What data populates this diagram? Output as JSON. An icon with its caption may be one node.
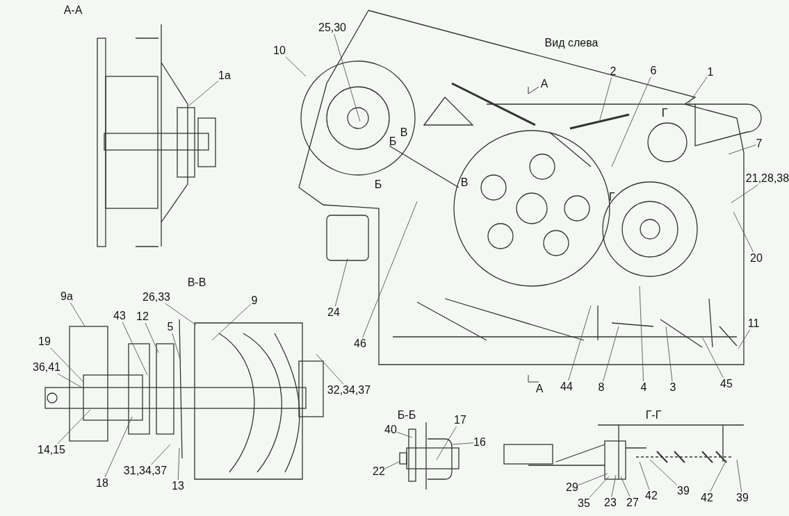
{
  "diagram": {
    "nodes": [
      {
        "text": [
          "25,30"
        ]
      },
      {
        "text": [
          "10"
        ]
      },
      {
        "text": [
          "2"
        ]
      },
      {
        "text": [
          "6"
        ]
      },
      {
        "text": [
          "1"
        ]
      },
      {
        "text": [
          "7"
        ]
      },
      {
        "text": [
          "21,28,38"
        ]
      },
      {
        "text": [
          "20"
        ]
      },
      {
        "text": [
          "11"
        ]
      },
      {
        "text": [
          "45"
        ]
      },
      {
        "text": [
          "3"
        ]
      },
      {
        "text": [
          "4"
        ]
      },
      {
        "text": [
          "8"
        ]
      },
      {
        "text": [
          "44"
        ]
      },
      {
        "text": [
          "46"
        ]
      },
      {
        "text": [
          "24"
        ]
      },
      {
        "text": [
          "1а"
        ]
      },
      {
        "text": [
          "26,33"
        ]
      },
      {
        "text": [
          "9а"
        ]
      },
      {
        "text": [
          "9"
        ]
      },
      {
        "text": [
          "43"
        ]
      },
      {
        "text": [
          "12"
        ]
      },
      {
        "text": [
          "5"
        ]
      },
      {
        "text": [
          "19"
        ]
      },
      {
        "text": [
          "36,41"
        ]
      },
      {
        "text": [
          "14,15"
        ]
      },
      {
        "text": [
          "18"
        ]
      },
      {
        "text": [
          "31,34,37"
        ]
      },
      {
        "text": [
          "13"
        ]
      },
      {
        "text": [
          "32,34,37"
        ]
      },
      {
        "text": [
          "40"
        ]
      },
      {
        "text": [
          "17"
        ]
      },
      {
        "text": [
          "16"
        ]
      },
      {
        "text": [
          "22"
        ]
      },
      {
        "text": [
          "29"
        ]
      },
      {
        "text": [
          "35"
        ]
      },
      {
        "text": [
          "23"
        ]
      },
      {
        "text": [
          "27"
        ]
      },
      {
        "text": [
          "42"
        ]
      },
      {
        "text": [
          "39"
        ]
      },
      {
        "text": [
          "42"
        ]
      },
      {
        "text": [
          "39"
        ]
      }
    ],
    "edges": [
      {
        "from": 0,
        "to": null,
        "arrow": "none"
      },
      {
        "from": 1,
        "to": null,
        "arrow": "none"
      },
      {
        "from": 2,
        "to": null,
        "arrow": "none"
      },
      {
        "from": 3,
        "to": null,
        "arrow": "none"
      },
      {
        "from": 4,
        "to": null,
        "arrow": "none"
      },
      {
        "from": 5,
        "to": null,
        "arrow": "none"
      },
      {
        "from": 6,
        "to": null,
        "arrow": "none"
      },
      {
        "from": 7,
        "to": null,
        "arrow": "none"
      },
      {
        "from": 8,
        "to": null,
        "arrow": "none"
      },
      {
        "from": 9,
        "to": null,
        "arrow": "none"
      },
      {
        "from": 10,
        "to": null,
        "arrow": "none"
      },
      {
        "from": 11,
        "to": null,
        "arrow": "none"
      },
      {
        "from": 12,
        "to": null,
        "arrow": "none"
      },
      {
        "from": 13,
        "to": null,
        "arrow": "none"
      },
      {
        "from": 14,
        "to": null,
        "arrow": "none"
      },
      {
        "from": 15,
        "to": null,
        "arrow": "none"
      },
      {
        "from": 16,
        "to": null,
        "arrow": "none"
      },
      {
        "from": 17,
        "to": null,
        "arrow": "none"
      },
      {
        "from": 18,
        "to": null,
        "arrow": "none"
      },
      {
        "from": 19,
        "to": null,
        "arrow": "none"
      },
      {
        "from": 20,
        "to": null,
        "arrow": "none"
      },
      {
        "from": 21,
        "to": null,
        "arrow": "none"
      },
      {
        "from": 22,
        "to": null,
        "arrow": "none"
      },
      {
        "from": 23,
        "to": null,
        "arrow": "none"
      },
      {
        "from": 24,
        "to": null,
        "arrow": "none"
      },
      {
        "from": 25,
        "to": null,
        "arrow": "none"
      },
      {
        "from": 26,
        "to": null,
        "arrow": "none"
      },
      {
        "from": 27,
        "to": null,
        "arrow": "none"
      },
      {
        "from": 28,
        "to": null,
        "arrow": "none"
      },
      {
        "from": 29,
        "to": null,
        "arrow": "none"
      },
      {
        "from": 30,
        "to": null,
        "arrow": "none"
      },
      {
        "from": 31,
        "to": null,
        "arrow": "none"
      },
      {
        "from": 32,
        "to": null,
        "arrow": "none"
      },
      {
        "from": 33,
        "to": null,
        "arrow": "none"
      },
      {
        "from": 34,
        "to": null,
        "arrow": "none"
      },
      {
        "from": 35,
        "to": null,
        "arrow": "none"
      },
      {
        "from": 36,
        "to": null,
        "arrow": "none"
      },
      {
        "from": 37,
        "to": null,
        "arrow": "none"
      },
      {
        "from": 38,
        "to": null,
        "arrow": "none"
      },
      {
        "from": 39,
        "to": null,
        "arrow": "none"
      },
      {
        "from": 40,
        "to": null,
        "arrow": "none"
      },
      {
        "from": 41,
        "to": null,
        "arrow": "none"
      }
    ],
    "labels": [
      "А-А",
      "Вид слева",
      "А",
      "В",
      "Б",
      "Г",
      "Б",
      "В",
      "Г",
      "В-В",
      "А",
      "Б-Б",
      "Г-Г"
    ]
  }
}
